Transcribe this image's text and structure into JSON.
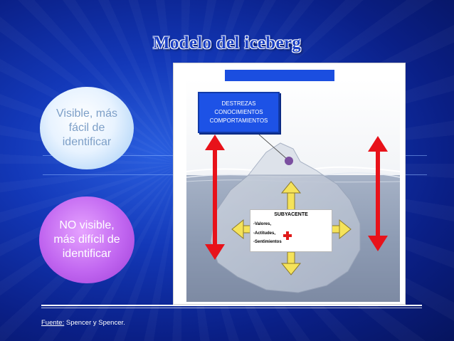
{
  "title": "Modelo del iceberg",
  "left_labels": {
    "visible": "Visible, más fácil de identificar",
    "not_visible": "NO visible, más difícil de identificar"
  },
  "top_box": {
    "lines": [
      "DESTREZAS",
      "CONOCIMIENTOS",
      "COMPORTAMIENTOS"
    ]
  },
  "sub_box": {
    "heading": "SUBYACENTE",
    "items": [
      "-Valores,",
      "-Actitudes,",
      "-Sentimientos"
    ]
  },
  "footer": {
    "label": "Fuente:",
    "text": " Spencer y Spencer."
  },
  "colors": {
    "arrow_red": "#e8121a",
    "arrow_yellow": "#f5e35a",
    "box_blue": "#1d52e6",
    "circle_purple": "#c166f0",
    "circle_light": "#e8f3ff"
  }
}
